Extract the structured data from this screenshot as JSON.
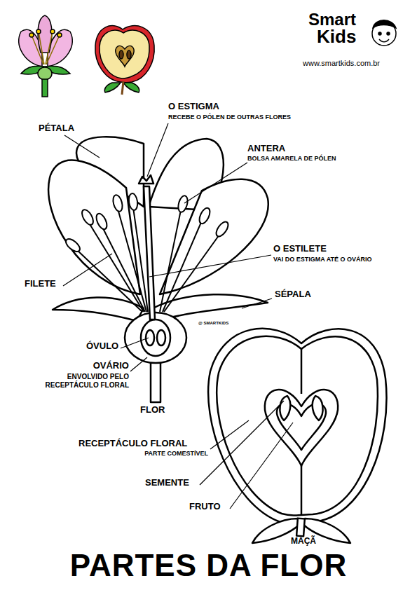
{
  "diagram": {
    "title": "PARTES DA FLOR",
    "labels": [
      "Smart",
      "Kids",
      "www.smartkids.com.br",
      "O ESTIGMA",
      "RECEBE O PÓLEN DE OUTRAS FLORES",
      "PÉTALA",
      "ANTERA",
      "BOLSA AMARELA DE PÓLEN",
      "O ESTILETE",
      "VAI DO ESTIGMA ATÉ O OVÁRIO",
      "FILETE",
      "SÉPALA",
      "@ SMARTKIDS",
      "ÓVULO",
      "OVÁRIO",
      "ENVOLVIDO PELO RECEPTÁCULO FLORAL",
      "FLOR",
      "RECEPTÁCULO FLORAL",
      "PARTE COMESTÍVEL",
      "SEMENTE",
      "FRUTO",
      "MAÇÃ"
    ]
  }
}
